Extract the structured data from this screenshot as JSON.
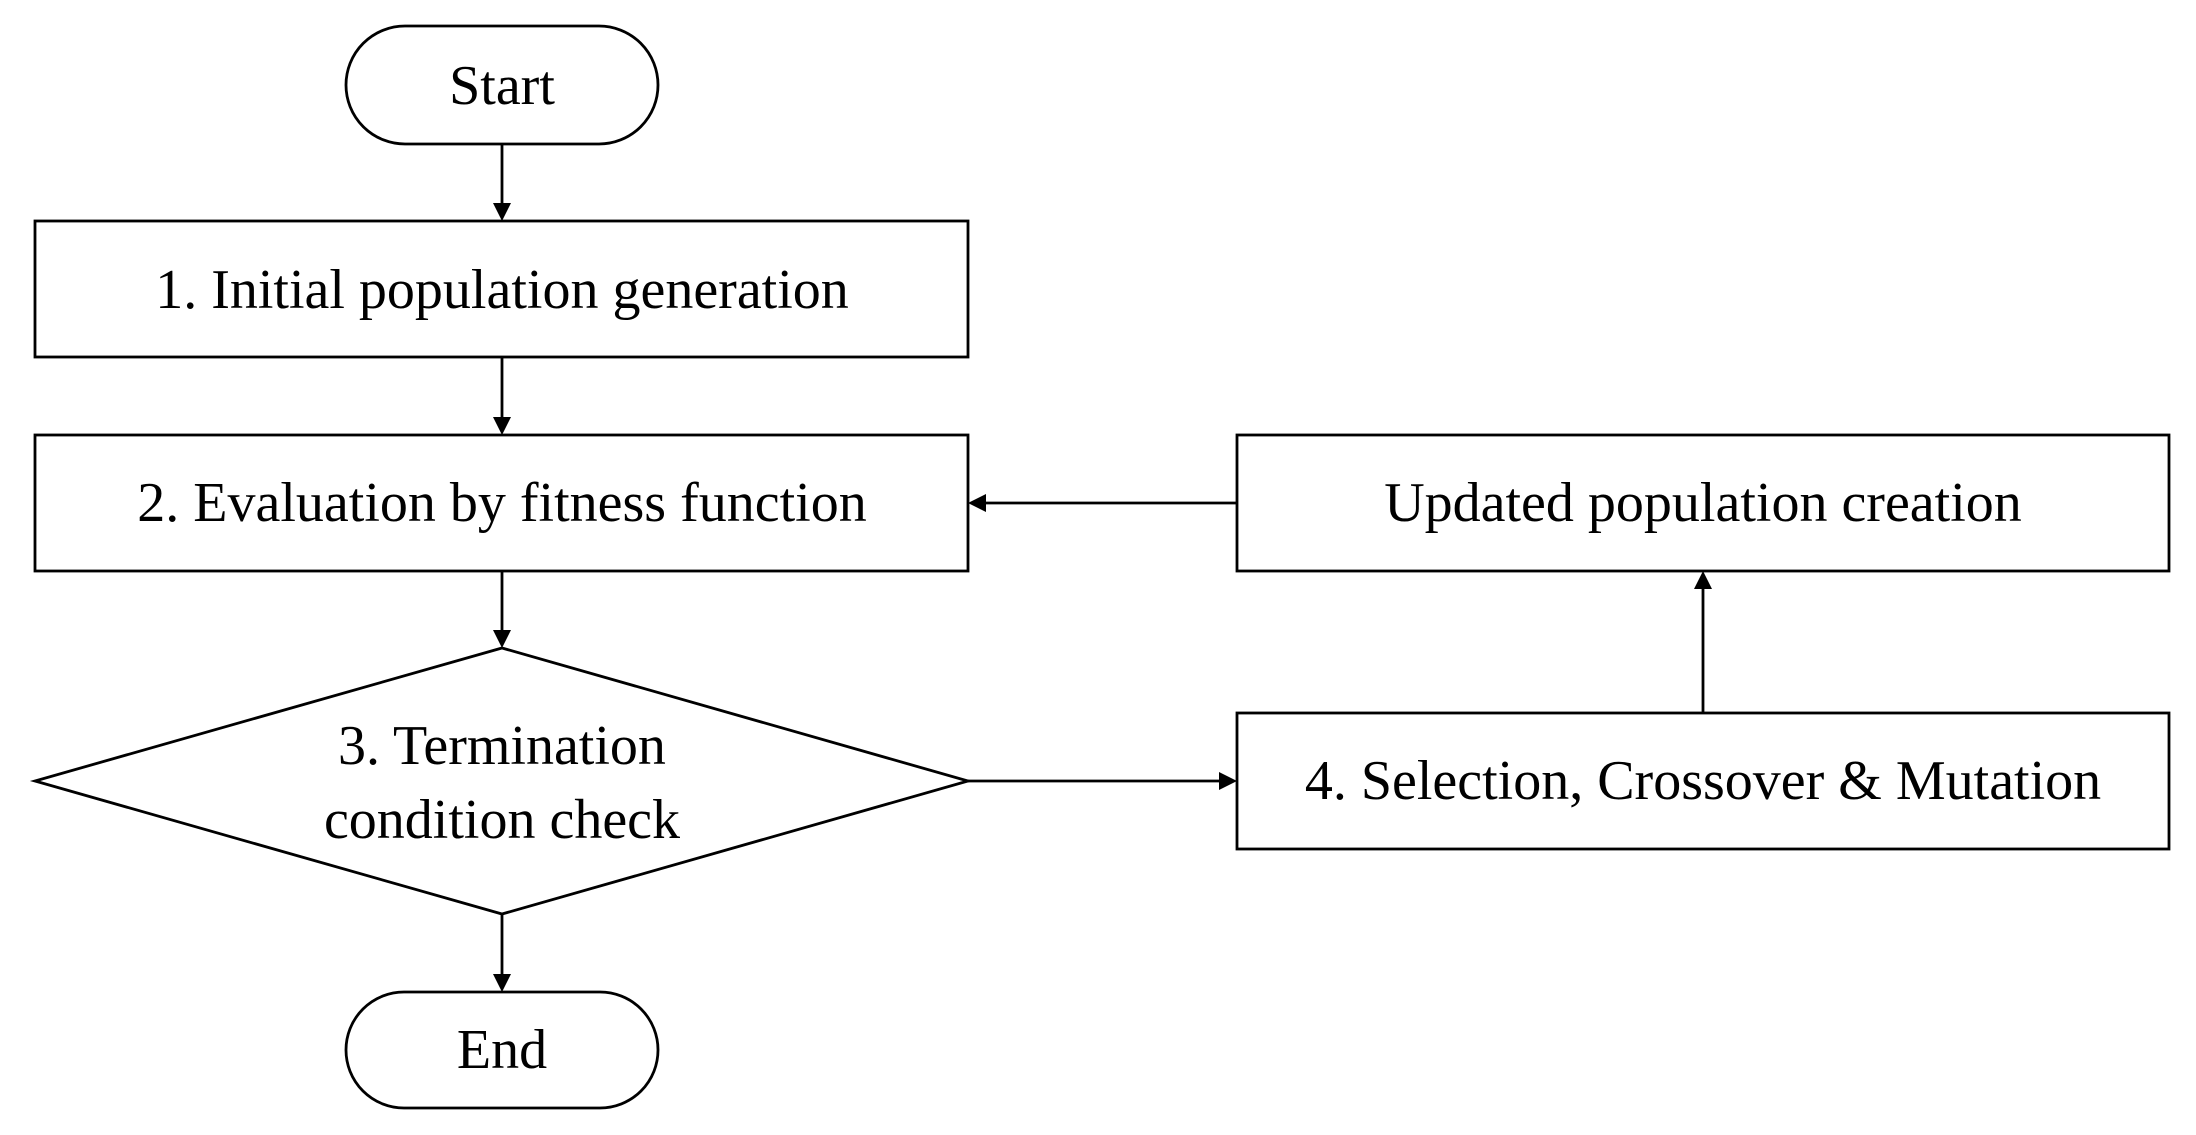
{
  "diagram": {
    "start": "Start",
    "step1": "1. Initial population generation",
    "step2": "2. Evaluation by fitness function",
    "step3_line1": "3. Termination",
    "step3_line2": "condition check",
    "step4": "4. Selection, Crossover & Mutation",
    "update": "Updated population creation",
    "end": "End"
  }
}
